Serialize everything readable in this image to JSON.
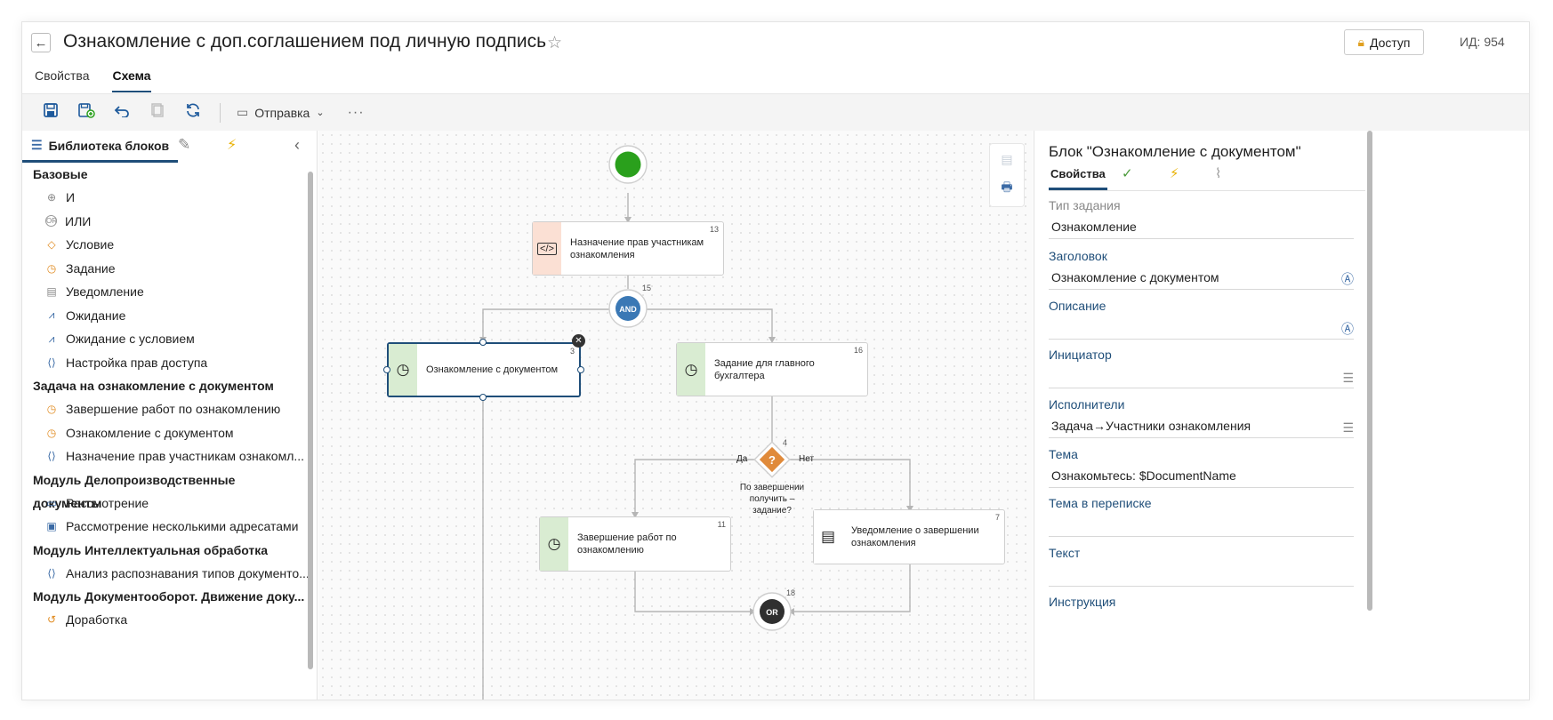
{
  "header": {
    "title": "Ознакомление с доп.соглашением под личную подпись",
    "access_label": "Доступ",
    "doc_id": "ИД: 954"
  },
  "tabs": [
    {
      "label": "Свойства",
      "active": false
    },
    {
      "label": "Схема",
      "active": true
    }
  ],
  "toolbar": {
    "send_label": "Отправка",
    "icons": [
      "save-icon",
      "save-as-icon",
      "undo-icon",
      "copy-icon",
      "refresh-icon"
    ]
  },
  "library": {
    "tab_label": "Библиотека блоков",
    "groups": [
      {
        "title": "Базовые",
        "items": [
          {
            "label": "И",
            "icon": "and-icon"
          },
          {
            "label": "ИЛИ",
            "icon": "or-icon"
          },
          {
            "label": "Условие",
            "icon": "condition-icon"
          },
          {
            "label": "Задание",
            "icon": "task-clock-icon"
          },
          {
            "label": "Уведомление",
            "icon": "notice-icon"
          },
          {
            "label": "Ожидание",
            "icon": "wait-icon"
          },
          {
            "label": "Ожидание с условием",
            "icon": "wait-condition-icon"
          },
          {
            "label": "Настройка прав доступа",
            "icon": "script-icon"
          }
        ]
      },
      {
        "title": "Задача на ознакомление с документом",
        "items": [
          {
            "label": "Завершение работ по ознакомлению",
            "icon": "task-clock-icon"
          },
          {
            "label": "Ознакомление с документом",
            "icon": "task-clock-icon"
          },
          {
            "label": "Назначение прав участникам ознакомл...",
            "icon": "script-icon"
          }
        ]
      },
      {
        "title": "Модуль Делопроизводственные документы",
        "items": [
          {
            "label": "Рассмотрение",
            "icon": "review-icon"
          },
          {
            "label": "Рассмотрение несколькими адресатами",
            "icon": "review-multi-icon"
          }
        ]
      },
      {
        "title": "Модуль Интеллектуальная обработка",
        "items": [
          {
            "label": "Анализ распознавания типов документо...",
            "icon": "script-icon"
          }
        ]
      },
      {
        "title": "Модуль Документооборот. Движение доку...",
        "items": [
          {
            "label": "Доработка",
            "icon": "rework-icon"
          }
        ]
      }
    ]
  },
  "diagram": {
    "blocks": [
      {
        "id": "13",
        "label": "Назначение прав участникам ознакомления",
        "kind": "script"
      },
      {
        "id": "3",
        "label": "Ознакомление с документом",
        "kind": "task",
        "selected": true
      },
      {
        "id": "16",
        "label": "Задание для главного бухгалтера",
        "kind": "task"
      },
      {
        "id": "11",
        "label": "Завершение работ по ознакомлению",
        "kind": "task"
      },
      {
        "id": "7",
        "label": "Уведомление о завершении ознакомления",
        "kind": "notice"
      }
    ],
    "and_gateway": {
      "id": "15",
      "label": "AND"
    },
    "condition": {
      "id": "4",
      "label": "?",
      "yes": "Да",
      "no": "Нет",
      "caption_line1": "По завершении",
      "caption_line2": "получить –",
      "caption_line3": "задание?"
    },
    "or_gateway": {
      "id": "18",
      "label": "OR"
    }
  },
  "props": {
    "title": "Блок \"Ознакомление с документом\"",
    "tab_label": "Свойства",
    "fields": [
      {
        "label": "Тип задания",
        "value": "Ознакомление"
      },
      {
        "label": "Заголовок",
        "value": "Ознакомление с документом"
      },
      {
        "label": "Описание",
        "value": ""
      },
      {
        "label": "Инициатор",
        "value": ""
      },
      {
        "label": "Исполнители",
        "value": "Задача→Участники ознакомления"
      },
      {
        "label": "Тема",
        "value": "Ознакомьтесь: $DocumentName"
      },
      {
        "label": "Тема в переписке",
        "value": ""
      },
      {
        "label": "Текст",
        "value": ""
      },
      {
        "label": "Инструкция",
        "value": ""
      }
    ]
  },
  "colors": {
    "accent": "#1f4e79",
    "start": "#2aa01c",
    "and_gateway": "#3a78b5",
    "condition": "#e08a3a",
    "or_gateway": "#2f2f2f",
    "script_stripe": "#fbe0d4",
    "task_stripe": "#d9ecd2"
  }
}
